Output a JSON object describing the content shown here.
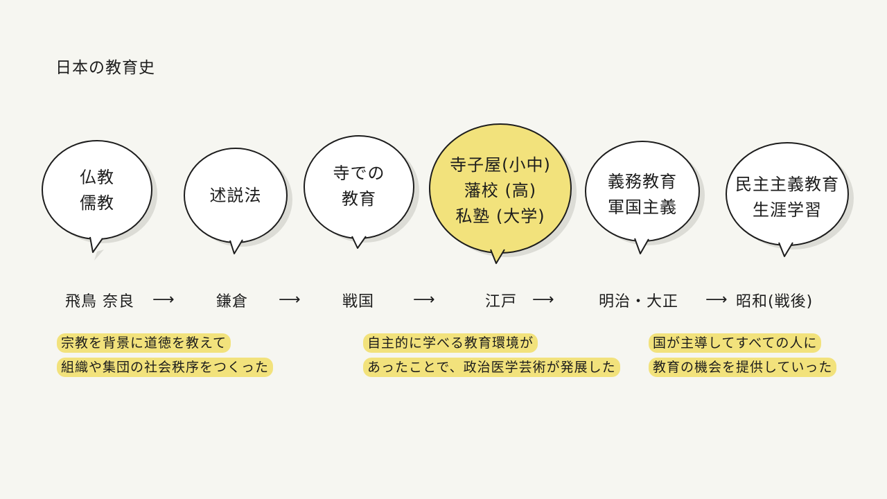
{
  "title": "日本の教育史",
  "bubbles": [
    {
      "lines": [
        "仏教",
        "儒教"
      ]
    },
    {
      "lines": [
        "述説法"
      ]
    },
    {
      "lines": [
        "寺での",
        "教育"
      ]
    },
    {
      "lines": [
        "寺子屋(小中)",
        "藩校 (高)",
        "私塾 (大学)"
      ]
    },
    {
      "lines": [
        "義務教育",
        "軍国主義"
      ]
    },
    {
      "lines": [
        "民主主義教育",
        "生涯学習"
      ]
    }
  ],
  "eras": [
    "飛鳥 奈良",
    "鎌倉",
    "戦国",
    "江戸",
    "明治・大正",
    "昭和(戦後)"
  ],
  "arrow_glyph": "⟶",
  "notes": [
    {
      "lines": [
        "宗教を背景に道徳を教えて",
        "組織や集団の社会秩序をつくった"
      ]
    },
    {
      "lines": [
        "自主的に学べる教育環境が",
        "あったことで、政治医学芸術が発展した"
      ]
    },
    {
      "lines": [
        "国が主導してすべての人に",
        "教育の機会を提供していった"
      ]
    }
  ],
  "colors": {
    "background": "#f6f6f1",
    "ink": "#1c1c1c",
    "highlight": "#f2e27c",
    "bubble_fill": "#ffffff",
    "bubble_highlight_fill": "#f2e27c",
    "shadow": "#dcdcd6"
  }
}
